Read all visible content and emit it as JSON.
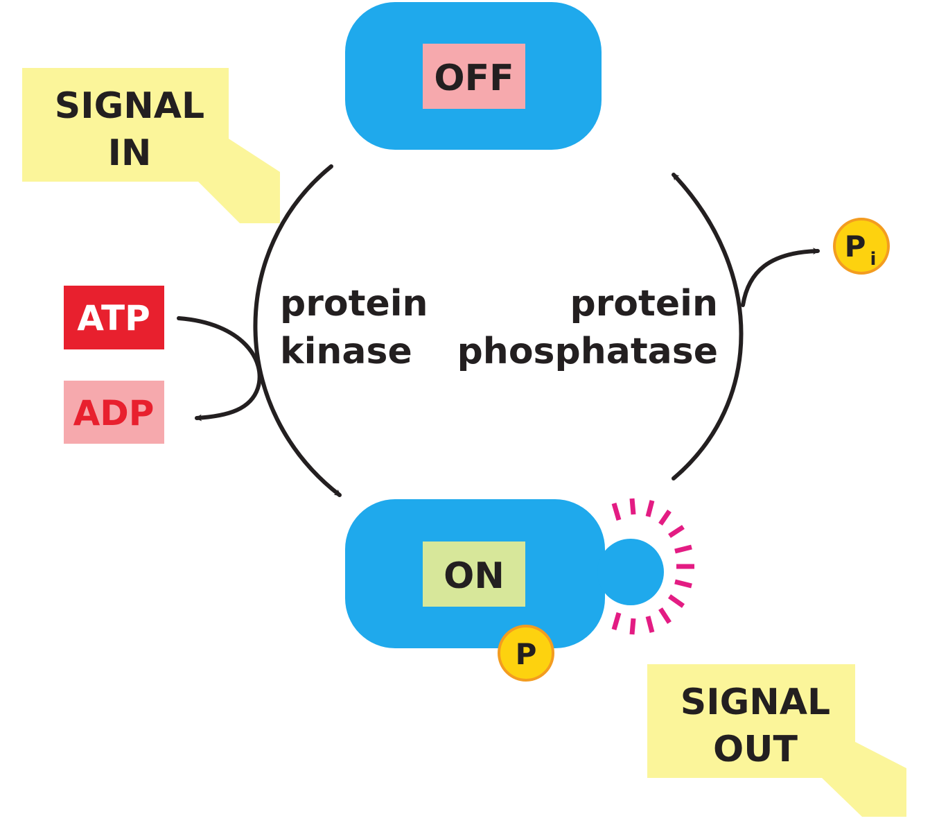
{
  "signal_in": {
    "line1": "SIGNAL",
    "line2": "IN"
  },
  "signal_out": {
    "line1": "SIGNAL",
    "line2": "OUT"
  },
  "off_state": {
    "label": "OFF"
  },
  "on_state": {
    "label": "ON"
  },
  "kinase": {
    "line1": "protein",
    "line2": "kinase"
  },
  "phosphatase": {
    "line1": "protein",
    "line2": "phosphatase"
  },
  "atp": {
    "label": "ATP"
  },
  "adp": {
    "label": "ADP"
  },
  "phosphate_attached": {
    "label": "P"
  },
  "phosphate_released": {
    "label": "P",
    "subscript": "i"
  },
  "colors": {
    "protein": "#1fa9ec",
    "signal_box": "#fbf59a",
    "off_box": "#f6a9ad",
    "on_box": "#d7e79a",
    "atp_box": "#e8202e",
    "adp_box": "#f6a9ad",
    "adp_text": "#e8202e",
    "phosphate": "#fdd20f",
    "phosphate_ring": "#f39c20",
    "glow": "#e31c83",
    "arrow": "#231f20"
  }
}
